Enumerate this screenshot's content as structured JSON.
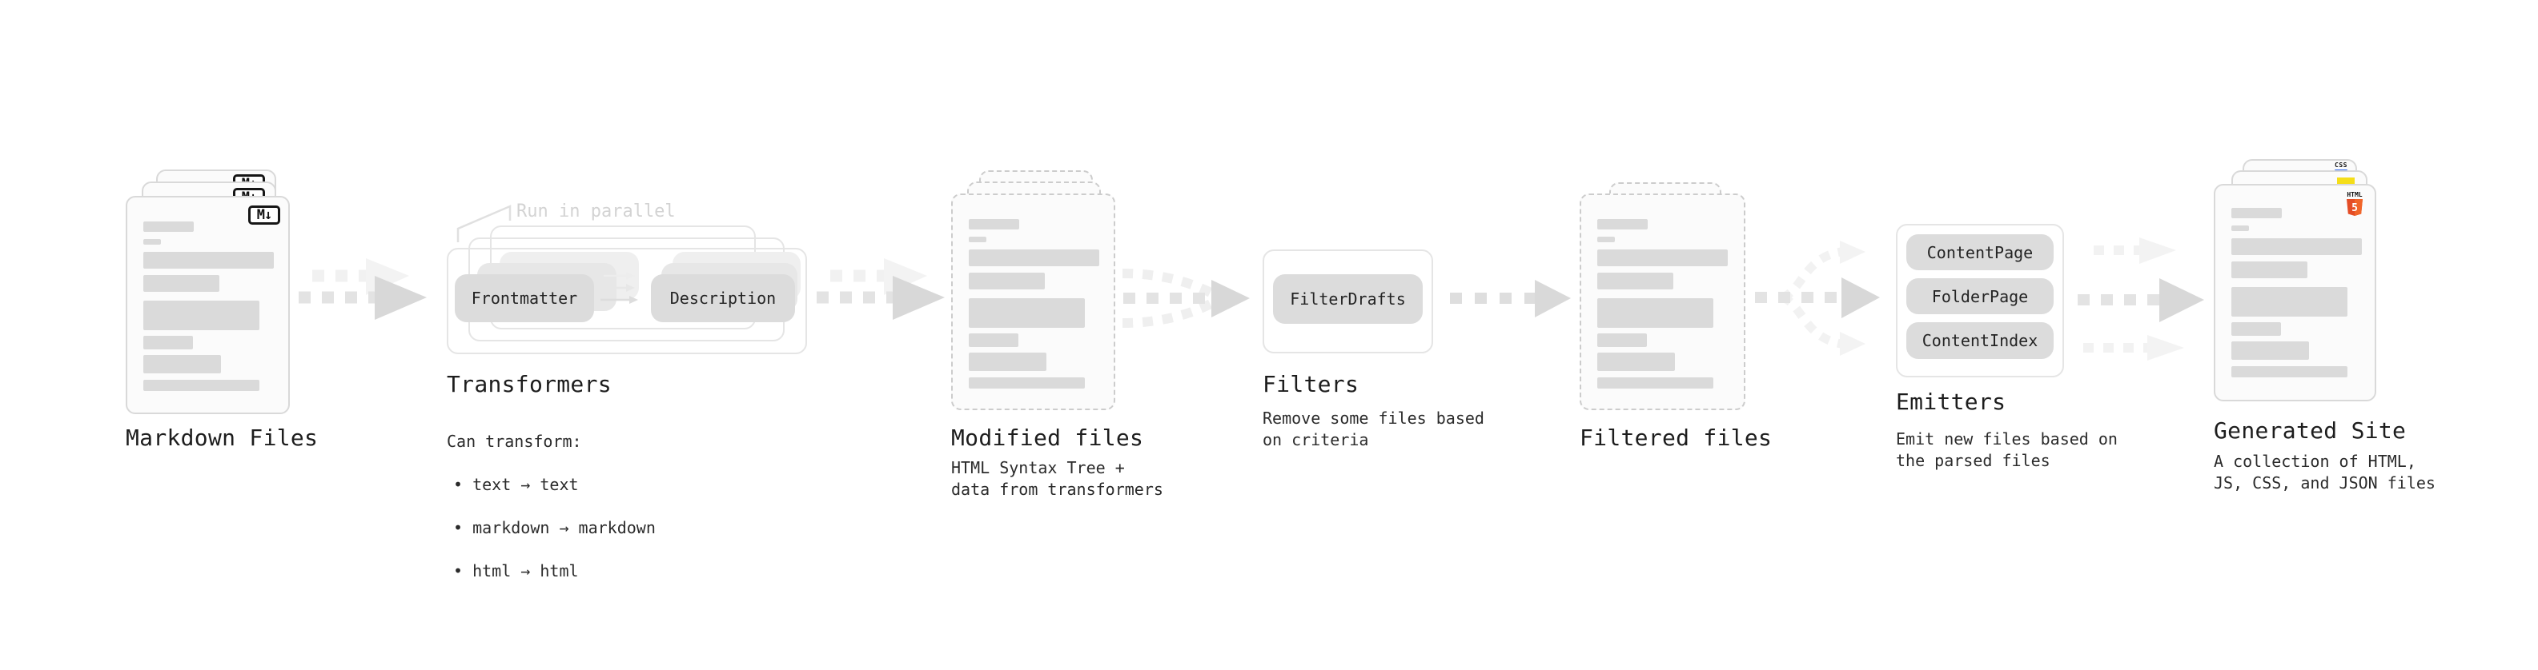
{
  "stages": {
    "markdown": {
      "title": "Markdown Files",
      "file_badge": "M↓"
    },
    "transformers": {
      "note": "Run in parallel",
      "box_frontmatter": "Frontmatter",
      "box_description": "Description",
      "title": "Transformers",
      "desc_heading": "Can transform:",
      "bullets": [
        "• text → text",
        "• markdown → markdown",
        "• html → html"
      ]
    },
    "modified": {
      "title": "Modified files",
      "desc": "HTML Syntax Tree +\ndata from transformers"
    },
    "filters": {
      "box_filterdrafts": "FilterDrafts",
      "title": "Filters",
      "desc": "Remove some files based\non criteria"
    },
    "filtered": {
      "title": "Filtered files"
    },
    "emitters": {
      "boxes": [
        "ContentPage",
        "FolderPage",
        "ContentIndex"
      ],
      "title": "Emitters",
      "desc": "Emit new files based on\nthe parsed files"
    },
    "generated": {
      "title": "Generated Site",
      "desc": "A collection of HTML,\nJS, CSS, and JSON files",
      "html5_badge_label": "HTML",
      "html5_badge_number": "5",
      "css_badge_label": "CSS"
    }
  },
  "colors": {
    "html5_orange": "#E44D26",
    "html5_orange_light": "#F16529",
    "js_yellow": "#F5DE19",
    "css_blue": "#2965F1",
    "arrow_dark": "#E3E3E3",
    "arrow_head_dark": "#D8D8D8",
    "arrow_light": "#F1F1F1"
  }
}
